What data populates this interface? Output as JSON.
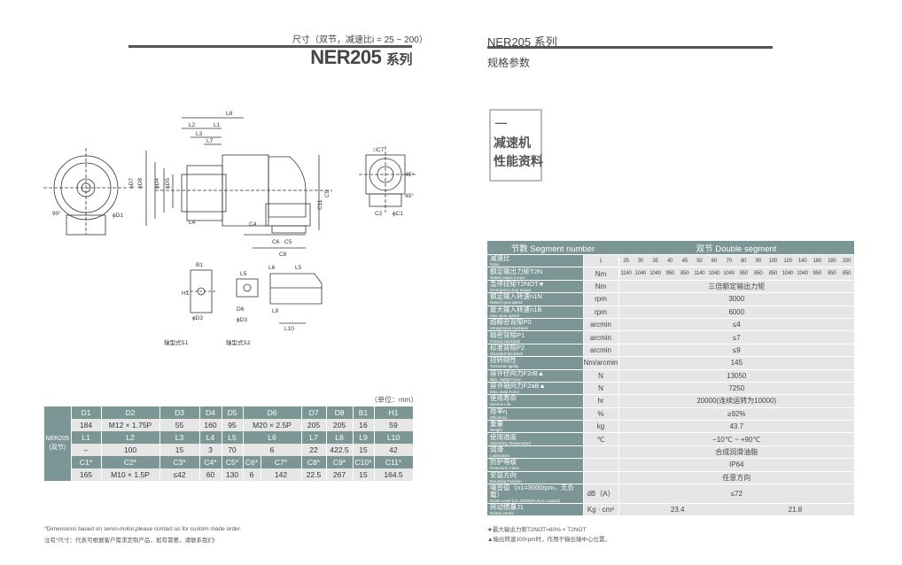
{
  "left": {
    "subtitle": "尺寸（双节，减速比i = 25 ~ 200）",
    "title": "NER205",
    "title_suffix": "系列",
    "unit_note": "（单位：mm）",
    "drawing_labels": {
      "L8": "L8",
      "L2": "L2",
      "L1": "L1",
      "L3": "L3",
      "L7": "L7",
      "D7": "ϕD7",
      "D8": "ϕD8",
      "D4": "ϕD4",
      "D5": "ϕD5",
      "D1": "ϕD1",
      "deg90": "90°",
      "C4": "C4",
      "C6": "C6",
      "C5": "C5",
      "C8": "C8",
      "C9": "C9",
      "C11": "C11",
      "L4": "L4",
      "C7": "□C7",
      "deg45a": "45°",
      "deg45b": "45°",
      "C2": "C2",
      "C1": "ϕC1",
      "B1": "B1",
      "H1": "H1",
      "D3a": "ϕD3",
      "L5a": "L5",
      "D6": "D6",
      "D3b": "ϕD3",
      "L6": "L6",
      "L5b": "L5",
      "L9": "L9",
      "L10": "L10",
      "shaft1": "轴型式S1",
      "shaft2": "轴型式S2"
    },
    "dimension_table": {
      "model_label": "NER205",
      "model_sub": "(双节)",
      "rows": [
        {
          "type": "h",
          "cells": [
            "D1",
            "D2",
            "D3",
            "D4",
            "D5",
            "D6",
            "D7",
            "D8",
            "B1",
            "H1"
          ]
        },
        {
          "type": "v",
          "cells": [
            "184",
            "M12 × 1.75P",
            "55",
            "160",
            "95",
            "M20 × 2.5P",
            "205",
            "205",
            "16",
            "59"
          ]
        },
        {
          "type": "h",
          "cells": [
            "L1",
            "L2",
            "L3",
            "L4",
            "L5",
            "L6",
            "L7",
            "L8",
            "L9",
            "L10"
          ]
        },
        {
          "type": "v",
          "cells": [
            "–",
            "100",
            "15",
            "3",
            "70",
            "6",
            "22",
            "422.5",
            "15",
            "42"
          ]
        },
        {
          "type": "h",
          "cells": [
            "C1*",
            "C2*",
            "C3*",
            "C4*",
            "C5*",
            "C6*",
            "C7*",
            "C8*",
            "C9*",
            "C10*",
            "C11*"
          ]
        },
        {
          "type": "v",
          "cells": [
            "165",
            "M10 × 1.5P",
            "≤42",
            "60",
            "130",
            "6",
            "142",
            "22.5",
            "267",
            "15",
            "164.5"
          ]
        }
      ]
    },
    "footnote_en": "*Dimensions based on servo-motor,please contact us for custom made order.",
    "footnote_cn": "注有*尺寸：代表可根据客户需求定制产品，如有需要，请联系我们!"
  },
  "right": {
    "title": "NER205 系列",
    "subtitle": "规格参数",
    "perf_dash": "—",
    "perf_line1": "减速机",
    "perf_line2": "性能资料",
    "spec_table": {
      "head_left": "节数 Segment number",
      "head_right": "双节 Double segment",
      "ratio": {
        "cn": "减速比",
        "en": "Ratio",
        "unit": "i",
        "values": [
          "25",
          "30",
          "35",
          "40",
          "45",
          "50",
          "60",
          "70",
          "80",
          "90",
          "100",
          "120",
          "140",
          "160",
          "180",
          "200"
        ]
      },
      "torque": {
        "cn": "额定输出力矩T2N",
        "en": "Rated output torque",
        "unit": "Nm",
        "values": [
          "1140",
          "1040",
          "1040",
          "950",
          "850",
          "1140",
          "1040",
          "1040",
          "950",
          "850",
          "850",
          "1040",
          "1040",
          "950",
          "850",
          "850"
        ]
      },
      "rows": [
        {
          "cn": "急停扭矩T2NOT★",
          "en": "Emergency stop torque",
          "unit": "Nm",
          "value": "三倍额定输出力矩"
        },
        {
          "cn": "额定输入转速n1N",
          "en": "Rated input speed",
          "unit": "rpm",
          "value": "3000"
        },
        {
          "cn": "最大输入转速n1B",
          "en": "Max input speed",
          "unit": "rpm",
          "value": "6000"
        },
        {
          "cn": "超精密背隙P0",
          "en": "Ultraprecise backlash",
          "unit": "arcmin",
          "value": "≤4"
        },
        {
          "cn": "精密背隙P1",
          "en": "Precise backlash",
          "unit": "arcmin",
          "value": "≤7"
        },
        {
          "cn": "标准背隙P2",
          "en": "Standard backlash",
          "unit": "arcmin",
          "value": "≤9"
        },
        {
          "cn": "扭转刚性",
          "en": "Torsional rigidity",
          "unit": "Nm/arcmin",
          "value": "145"
        },
        {
          "cn": "容许径向力F2rB▲",
          "en": "Max. radial Force",
          "unit": "N",
          "value": "13050"
        },
        {
          "cn": "容许轴向力F2aB▲",
          "en": "Max. axial Force",
          "unit": "N",
          "value": "7250"
        },
        {
          "cn": "使用寿命",
          "en": "Service Life",
          "unit": "hr",
          "value": "20000(连续运转为10000)"
        },
        {
          "cn": "效率η",
          "en": "Efficiency",
          "unit": "%",
          "value": "≥92%"
        },
        {
          "cn": "重量",
          "en": "Weight",
          "unit": "kg",
          "value": "43.7"
        },
        {
          "cn": "使用温度",
          "en": "Operating Temperature",
          "unit": "℃",
          "value": "−10℃ ~ +90℃"
        },
        {
          "cn": "润滑",
          "en": "Lubrication",
          "unit": "",
          "value": "合成润滑油脂"
        },
        {
          "cn": "防护等级",
          "en": "Protection Class",
          "unit": "",
          "value": "IP64"
        },
        {
          "cn": "安装方向",
          "en": "Mounting Position",
          "unit": "",
          "value": "任意方向"
        },
        {
          "cn": "噪音值（n1=3000rpm，无负载）",
          "en": "Noise Level (n1=3000rpm,Non Loaded)",
          "unit": "dB（A）",
          "value": "≤72"
        }
      ],
      "inertia": {
        "cn": "转动惯量J1",
        "en": "Rotary inertia",
        "unit": "Kg · cm²",
        "value_a": "23.4",
        "value_b": "21.8"
      }
    },
    "note1": "★最大输出力矩T2NOT=60% × T2NOT",
    "note2": "▲输出转速100rpm时，作用于输出轴中心位置。"
  },
  "colors": {
    "table_header": "#7c9595",
    "table_cell": "#e6e6e6",
    "rule": "#555555"
  }
}
